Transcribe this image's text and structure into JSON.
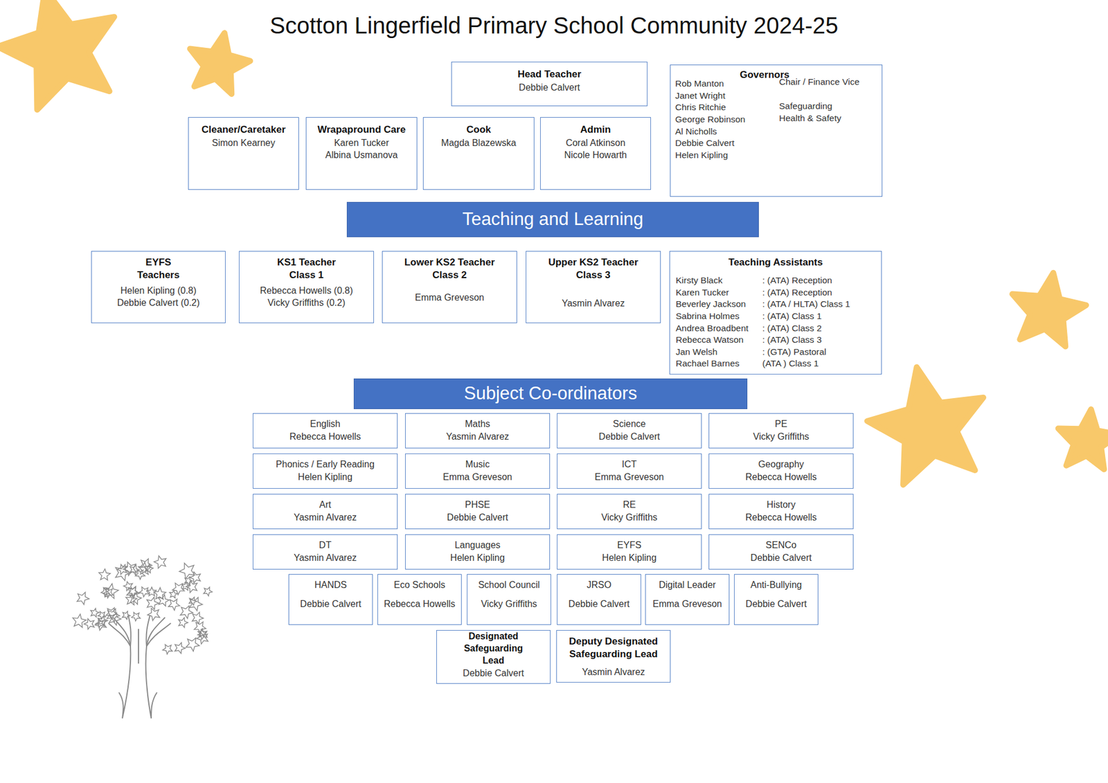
{
  "diagram": {
    "title": "Scotton Lingerfield Primary School Community 2024-25",
    "nodes": [
      {
        "text": [
          "Head Teacher",
          "Debbie Calvert"
        ]
      },
      {
        "text": [
          "Governors",
          "Rob Manton",
          "Janet Wright",
          "Chris Ritchie",
          "George Robinson",
          "Al Nicholls",
          "Debbie Calvert",
          "Helen Kipling",
          "Chair / Finance Vice",
          "Safeguarding",
          "Health & Safety"
        ]
      },
      {
        "text": [
          "Cleaner/Caretaker",
          "Simon Kearney"
        ]
      },
      {
        "text": [
          "Wrapapround Care",
          "Karen Tucker",
          "Albina Usmanova"
        ]
      },
      {
        "text": [
          "Cook",
          "Magda Blazewska"
        ]
      },
      {
        "text": [
          "Admin",
          "Coral Atkinson",
          "Nicole Howarth"
        ]
      },
      {
        "text": [
          "Teaching and Learning"
        ]
      },
      {
        "text": [
          "EYFS Teachers",
          "Helen Kipling (0.8)",
          "Debbie Calvert (0.2)"
        ]
      },
      {
        "text": [
          "KS1 Teacher Class 1",
          "Rebecca Howells (0.8)",
          "Vicky Griffiths (0.2)"
        ]
      },
      {
        "text": [
          "Lower KS2 Teacher Class 2",
          "Emma Greveson"
        ]
      },
      {
        "text": [
          "Upper KS2 Teacher Class 3",
          "Yasmin Alvarez"
        ]
      },
      {
        "text": [
          "Teaching Assistants",
          "Kirsty Black",
          ": (ATA) Reception",
          "Karen Tucker",
          ": (ATA) Reception",
          "Beverley Jackson",
          ": (ATA / HLTA) Class 1",
          "Sabrina Holmes",
          ": (ATA) Class 1",
          "Andrea Broadbent",
          ": (ATA) Class 2",
          "Rebecca Watson",
          ": (ATA) Class 3",
          "Jan Welsh",
          ": (GTA) Pastoral",
          "Rachael Barnes",
          "(ATA ) Class 1"
        ]
      },
      {
        "text": [
          "Subject Co-ordinators"
        ]
      },
      {
        "text": [
          "English",
          "Rebecca Howells"
        ]
      },
      {
        "text": [
          "Maths",
          "Yasmin Alvarez"
        ]
      },
      {
        "text": [
          "Science",
          "Debbie Calvert"
        ]
      },
      {
        "text": [
          "PE",
          "Vicky Griffiths"
        ]
      },
      {
        "text": [
          "Phonics / Early Reading",
          "Helen Kipling"
        ]
      },
      {
        "text": [
          "Music",
          "Emma Greveson"
        ]
      },
      {
        "text": [
          "ICT",
          "Emma Greveson"
        ]
      },
      {
        "text": [
          "Geography",
          "Rebecca Howells"
        ]
      },
      {
        "text": [
          "Art",
          "Yasmin Alvarez"
        ]
      },
      {
        "text": [
          "PHSE",
          "Debbie Calvert"
        ]
      },
      {
        "text": [
          "RE",
          "Vicky Griffiths"
        ]
      },
      {
        "text": [
          "History",
          "Rebecca Howells"
        ]
      },
      {
        "text": [
          "DT",
          "Yasmin Alvarez"
        ]
      },
      {
        "text": [
          "Languages",
          "Helen Kipling"
        ]
      },
      {
        "text": [
          "EYFS",
          "Helen Kipling"
        ]
      },
      {
        "text": [
          "SENCo",
          "Debbie Calvert"
        ]
      },
      {
        "text": [
          "HANDS",
          "Debbie Calvert"
        ]
      },
      {
        "text": [
          "Eco Schools",
          "Rebecca Howells"
        ]
      },
      {
        "text": [
          "School Council",
          "Vicky Griffiths"
        ]
      },
      {
        "text": [
          "JRSO",
          "Debbie Calvert"
        ]
      },
      {
        "text": [
          "Digital Leader",
          "Emma Greveson"
        ]
      },
      {
        "text": [
          "Anti-Bullying",
          "Debbie Calvert"
        ]
      },
      {
        "text": [
          "Designated Safeguarding Lead",
          "Debbie Calvert"
        ]
      },
      {
        "text": [
          "Deputy Designated Safeguarding Lead",
          "Yasmin Alvarez"
        ]
      }
    ]
  }
}
